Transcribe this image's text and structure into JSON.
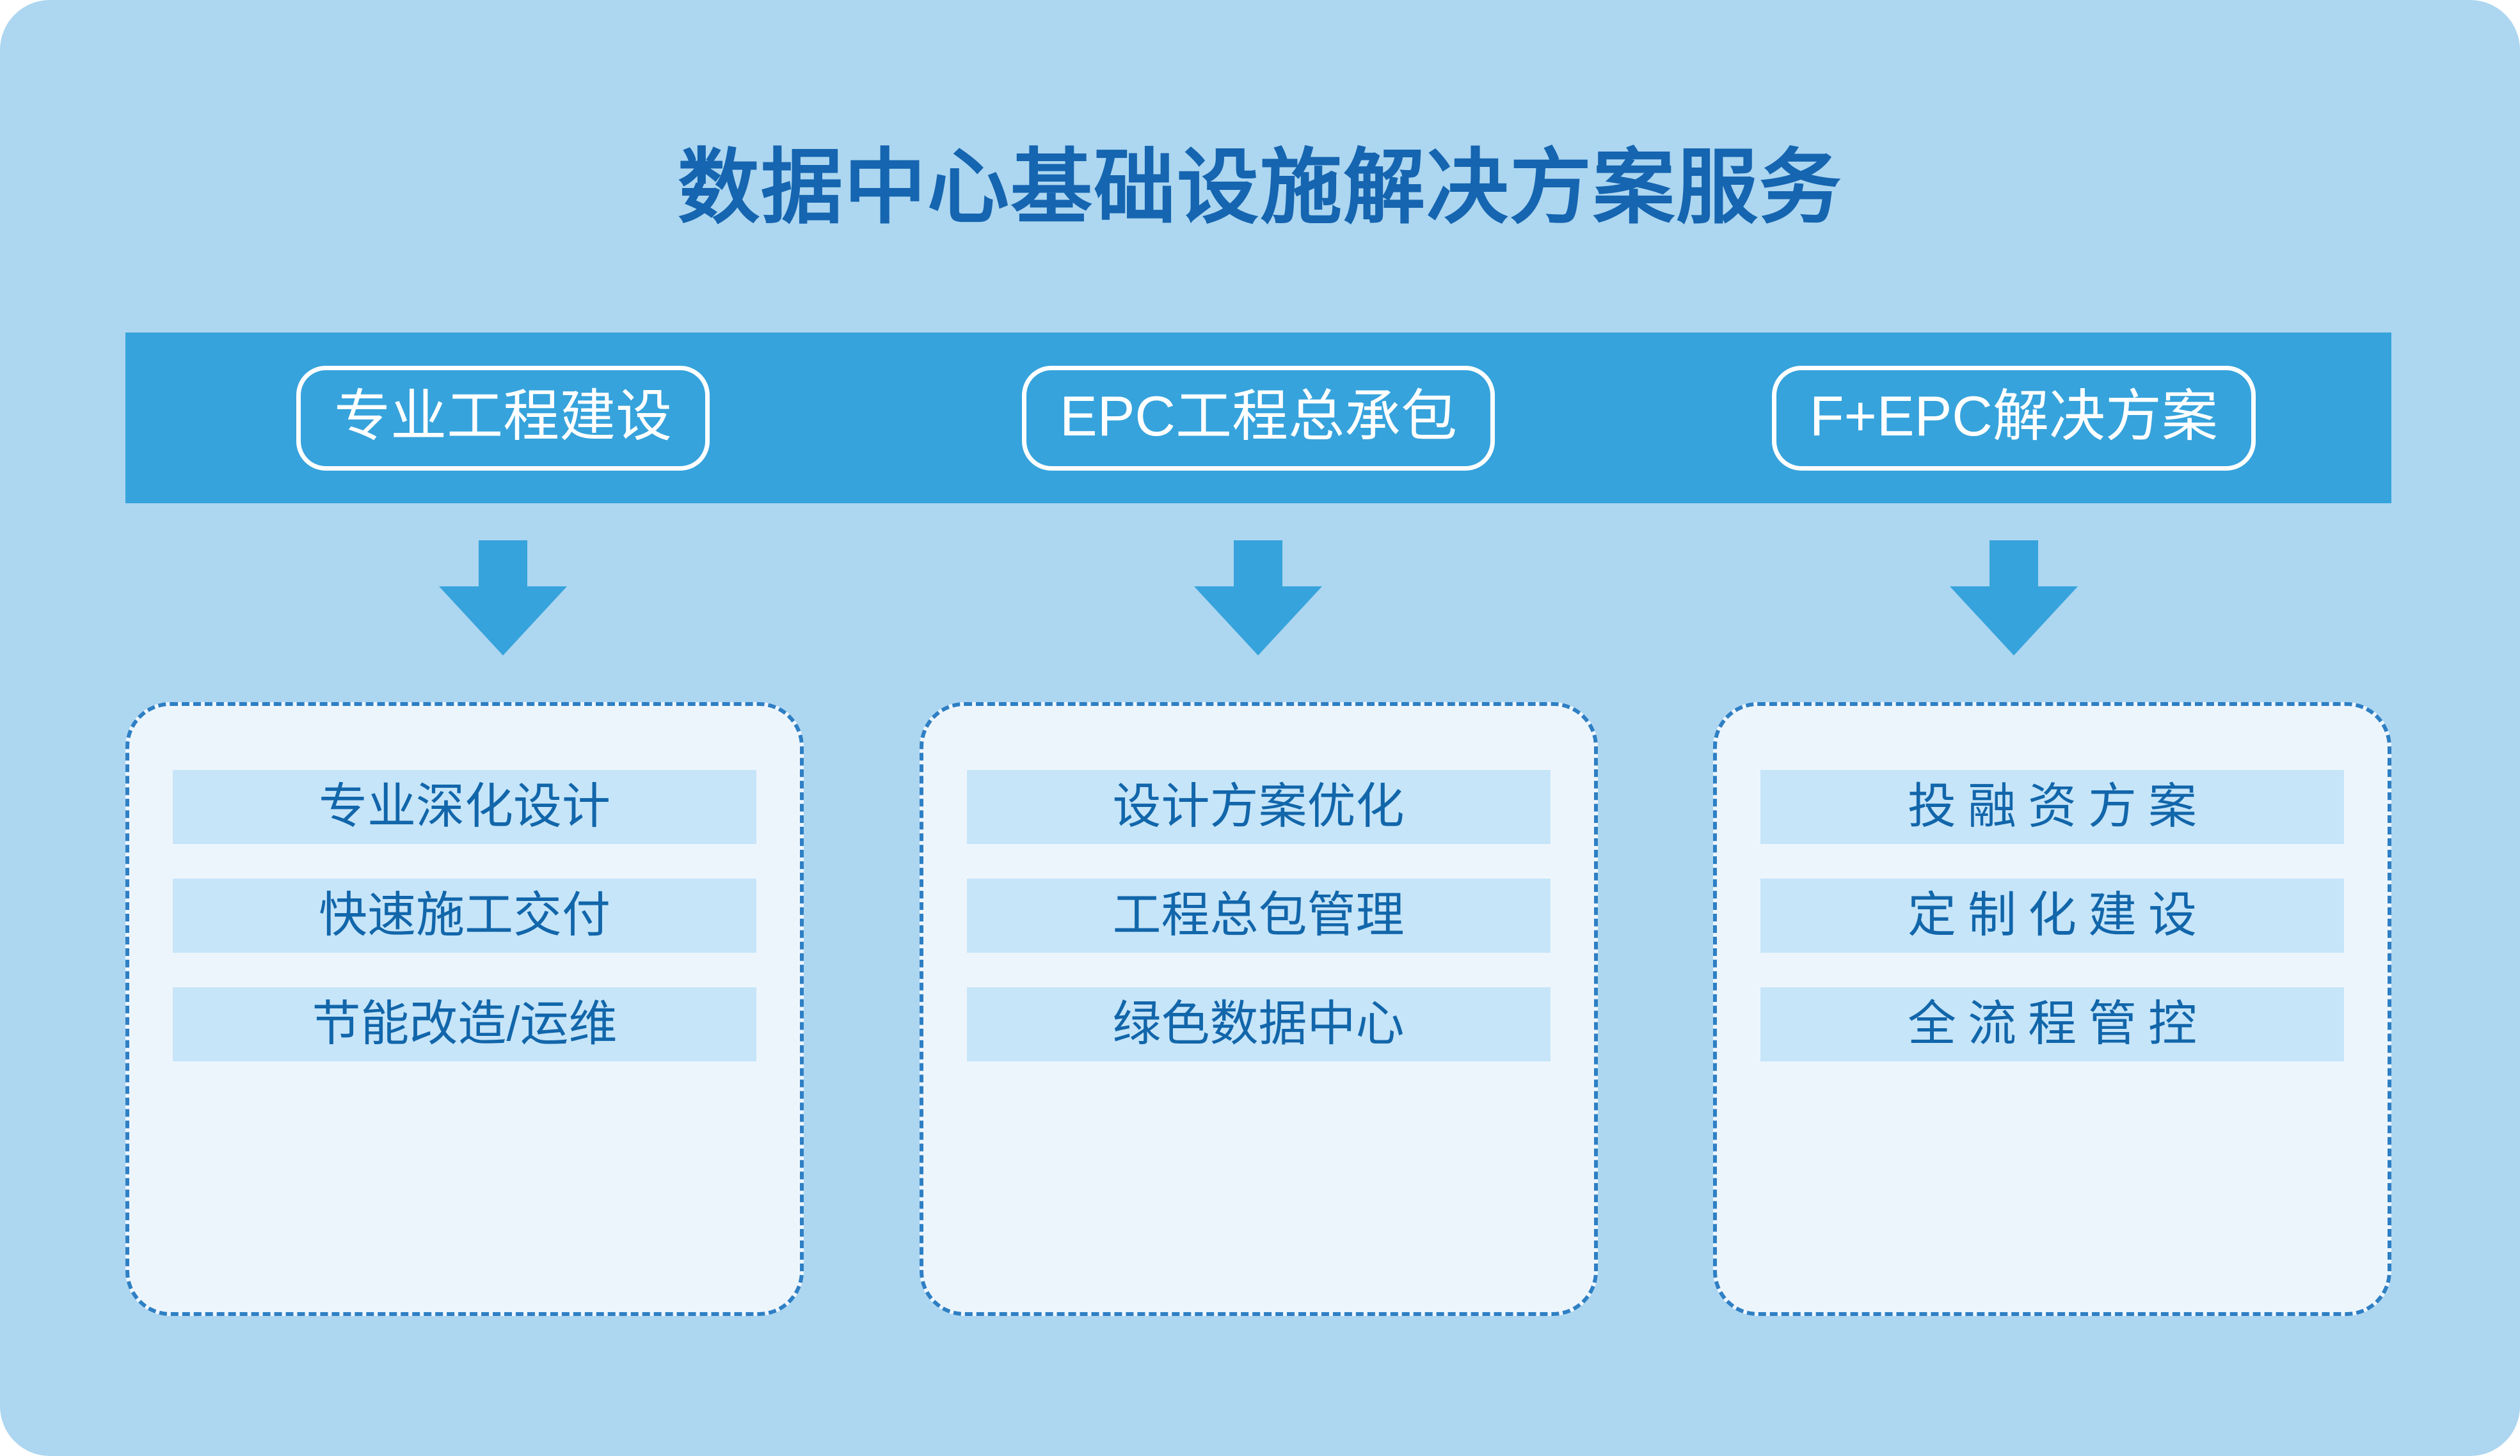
{
  "title": "数据中心基础设施解决方案服务",
  "colors": {
    "card_background": "#ADD6F0",
    "header_band": "#36A3DC",
    "arrow": "#36A3DC",
    "panel_fill": "#EDF5FC",
    "panel_border": "#2E7FC4",
    "item_fill": "#C6E5F9",
    "item_text": "#1266AA",
    "title_text": "#1565B0",
    "pill_text": "#FFFFFF"
  },
  "columns": [
    {
      "header": "专业工程建设",
      "arrow_icon": "arrow-down-icon",
      "items": [
        "专业深化设计",
        "快速施工交付",
        "节能改造/运维"
      ],
      "letter_spaced": false
    },
    {
      "header": "EPC工程总承包",
      "arrow_icon": "arrow-down-icon",
      "items": [
        "设计方案优化",
        "工程总包管理",
        "绿色数据中心"
      ],
      "letter_spaced": false
    },
    {
      "header": "F+EPC解决方案",
      "arrow_icon": "arrow-down-icon",
      "items": [
        "投融资方案",
        "定制化建设",
        "全流程管控"
      ],
      "letter_spaced": true
    }
  ]
}
